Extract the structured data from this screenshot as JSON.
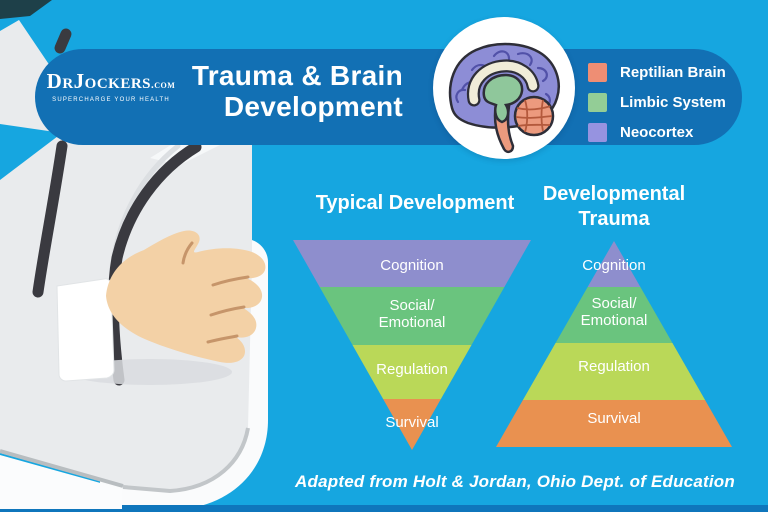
{
  "page": {
    "background_color": "#16A6E0",
    "bottom_strip_color": "#0F76BC"
  },
  "header": {
    "pill_color": "#1270B4",
    "logo": {
      "brand": "DrJockers",
      "domain": ".com",
      "tagline": "SUPERCHARGE YOUR HEALTH"
    },
    "title": {
      "line1": "Trauma & Brain",
      "line2": "Development"
    },
    "legend": [
      {
        "label": "Reptilian Brain",
        "color": "#EE8E74"
      },
      {
        "label": "Limbic System",
        "color": "#93CD96"
      },
      {
        "label": "Neocortex",
        "color": "#9693E0"
      }
    ],
    "brain_colors": {
      "neocortex": "#8D8DD6",
      "limbic": "#8FC79B",
      "reptilian": "#EC9A7E",
      "inner_band": "#F0ECD8"
    }
  },
  "diagram": {
    "band_colors": [
      "#8E8ECD",
      "#6AC47E",
      "#BAD858",
      "#E99150"
    ],
    "left_pyramid": {
      "heading": "Typical Development",
      "orientation": "inverted",
      "bands": [
        {
          "line1": "Cognition"
        },
        {
          "line1": "Social/",
          "line2": "Emotional"
        },
        {
          "line1": "Regulation"
        },
        {
          "line1": "Survival"
        }
      ]
    },
    "right_pyramid": {
      "heading_line1": "Developmental",
      "heading_line2": "Trauma",
      "orientation": "upright",
      "bands": [
        {
          "line1": "Cognition"
        },
        {
          "line1": "Social/",
          "line2": "Emotional"
        },
        {
          "line1": "Regulation"
        },
        {
          "line1": "Survival"
        }
      ]
    }
  },
  "footer": {
    "credit": "Adapted from Holt & Jordan, Ohio Dept. of Education"
  }
}
